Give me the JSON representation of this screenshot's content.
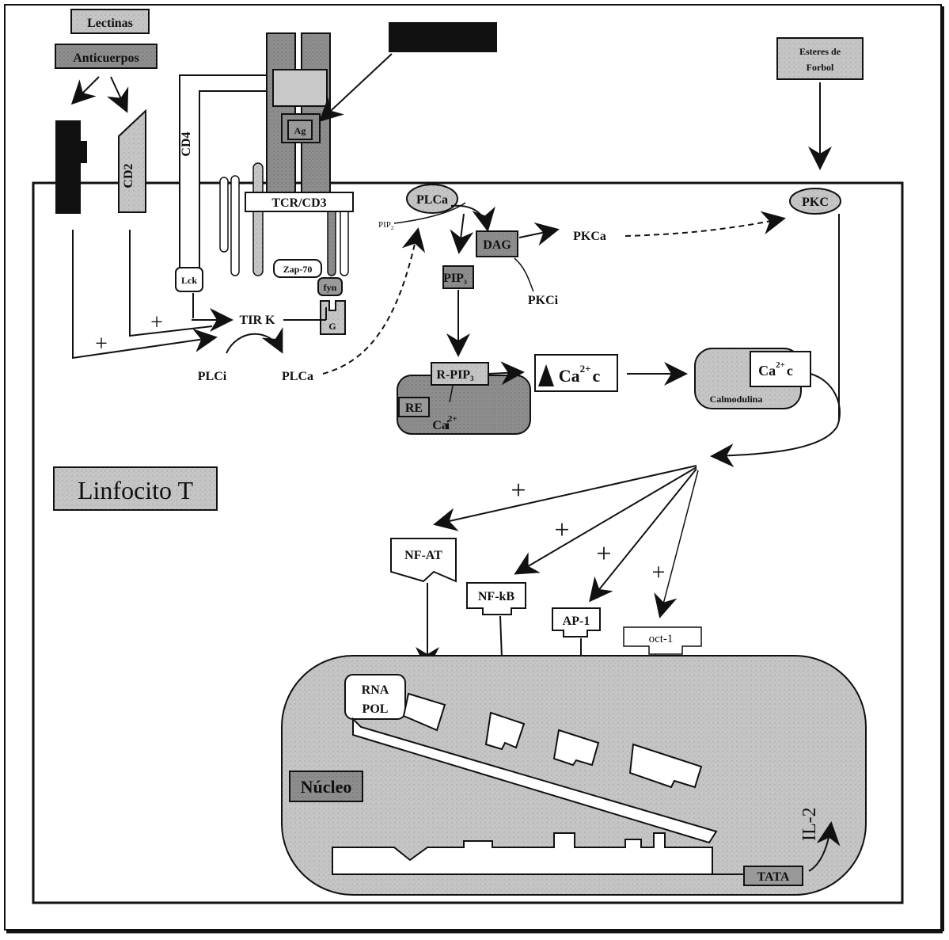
{
  "colors": {
    "gray_fill": "#c4c4c4",
    "dark_gray": "#8c8c8c",
    "nucleus_fill": "#b8b8b8",
    "black": "#111111",
    "white": "#ffffff"
  },
  "labels": {
    "lectinas": "Lectinas",
    "anticuerpos": "Anticuerpos",
    "esteres_line1": "Esteres de",
    "esteres_line2": "Forbol",
    "ag": "Ag",
    "cd4": "CD4",
    "cd2": "CD2",
    "tcr_cd3": "TCR/CD3",
    "zap70": "Zap-70",
    "fyn": "fyn",
    "lck": "Lck",
    "g": "G",
    "tirk": "TIR K",
    "plus": "+",
    "plci": "PLCi",
    "plca_bottom": "PLCa",
    "plca_top": "PLCa",
    "pip2": "PIP",
    "pip2_sub": "2",
    "pip3": "PIP",
    "pip3_sub": "3",
    "dag": "DAG",
    "pkca": "PKCa",
    "pkci": "PKCi",
    "pkc": "PKC",
    "r_pip": "R-PIP",
    "r_pip_sub": "3",
    "re": "RE",
    "ca_i": "Ca",
    "ca_i_sup": "2+",
    "ca_i_suffix": "i",
    "ca_c": "Ca",
    "ca_c_sup": "2+",
    "ca_c_suffix": "c",
    "ca_cal": "Ca",
    "ca_cal_sup": "2+",
    "ca_cal_suffix": "c",
    "calmodulina": "Calmodulina",
    "linfocito": "Linfocito T",
    "nfat": "NF-AT",
    "nfkb": "NF-kB",
    "ap1": "AP-1",
    "oct1": "oct-1",
    "rna": "RNA",
    "pol": "POL",
    "nucleo": "Núcleo",
    "il2": "IL-2",
    "tata": "TATA"
  }
}
